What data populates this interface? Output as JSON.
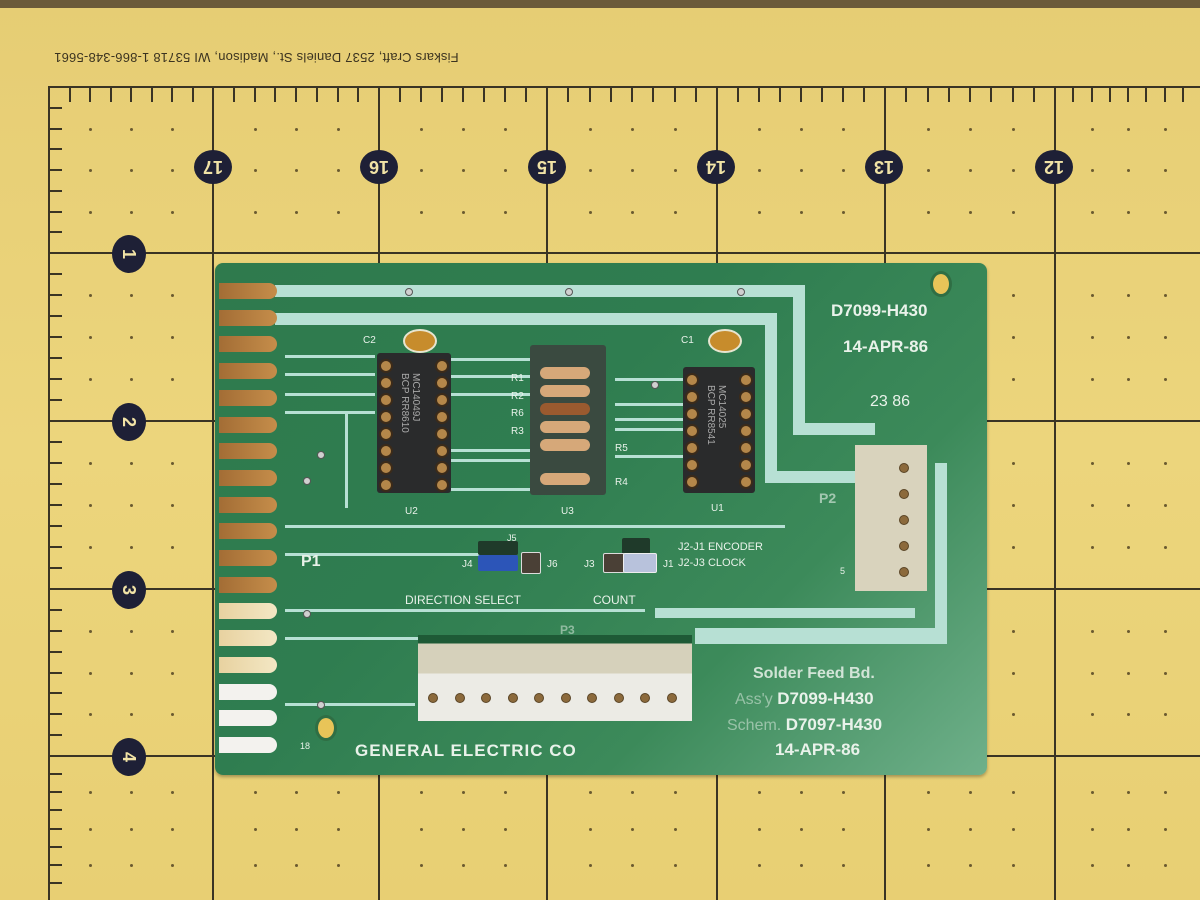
{
  "scene": {
    "description": "Printed circuit board on a yellow self-healing cutting mat with ruler grid",
    "mat": {
      "imprint_text": "Fiskars Craft, 2537 Daniels St., Madison, WI 53718   1-866-348-5661",
      "color": "#e8cf74",
      "top_ruler_numbers": [
        "17",
        "16",
        "15",
        "14",
        "13",
        "12"
      ],
      "left_ruler_numbers": [
        "1",
        "2",
        "3",
        "4"
      ]
    },
    "pcb": {
      "color": "#2f7a4d",
      "part_number_top": "D7099-H430",
      "date_top": "14-APR-86",
      "date_code": "23 86",
      "components": {
        "u2": {
          "ref": "U2",
          "marking_line1": "MC14049J",
          "marking_line2": "BCP RR8610",
          "cap_ref": "C2"
        },
        "u3": {
          "ref": "U3",
          "resistors": [
            "R1",
            "R2",
            "R6",
            "R3",
            "R5",
            "R4"
          ]
        },
        "u1": {
          "ref": "U1",
          "marking_line1": "MC14025",
          "marking_line2": "BCP RR8541",
          "cap_ref": "C1"
        },
        "p1": {
          "ref": "P1",
          "edge_pin_label": "18"
        },
        "p2": {
          "ref": "P2",
          "pin_label": "5"
        },
        "p3": {
          "ref": "P3"
        }
      },
      "jumpers": {
        "j4": "J4",
        "j5": "J5",
        "j6": "J6",
        "j3": "J3",
        "j1": "J1",
        "encoder_label": "J2-J1  ENCODER",
        "clock_label": "J2-J3  CLOCK",
        "direction_select": "DIRECTION SELECT",
        "count": "COUNT"
      },
      "footer": {
        "title": "Solder Feed Bd.",
        "assy_prefix": "Ass'y",
        "assy": "D7099-H430",
        "schem_prefix": "Schem.",
        "schem": "D7097-H430",
        "date": "14-APR-86",
        "maker": "GENERAL ELECTRIC CO"
      }
    }
  }
}
